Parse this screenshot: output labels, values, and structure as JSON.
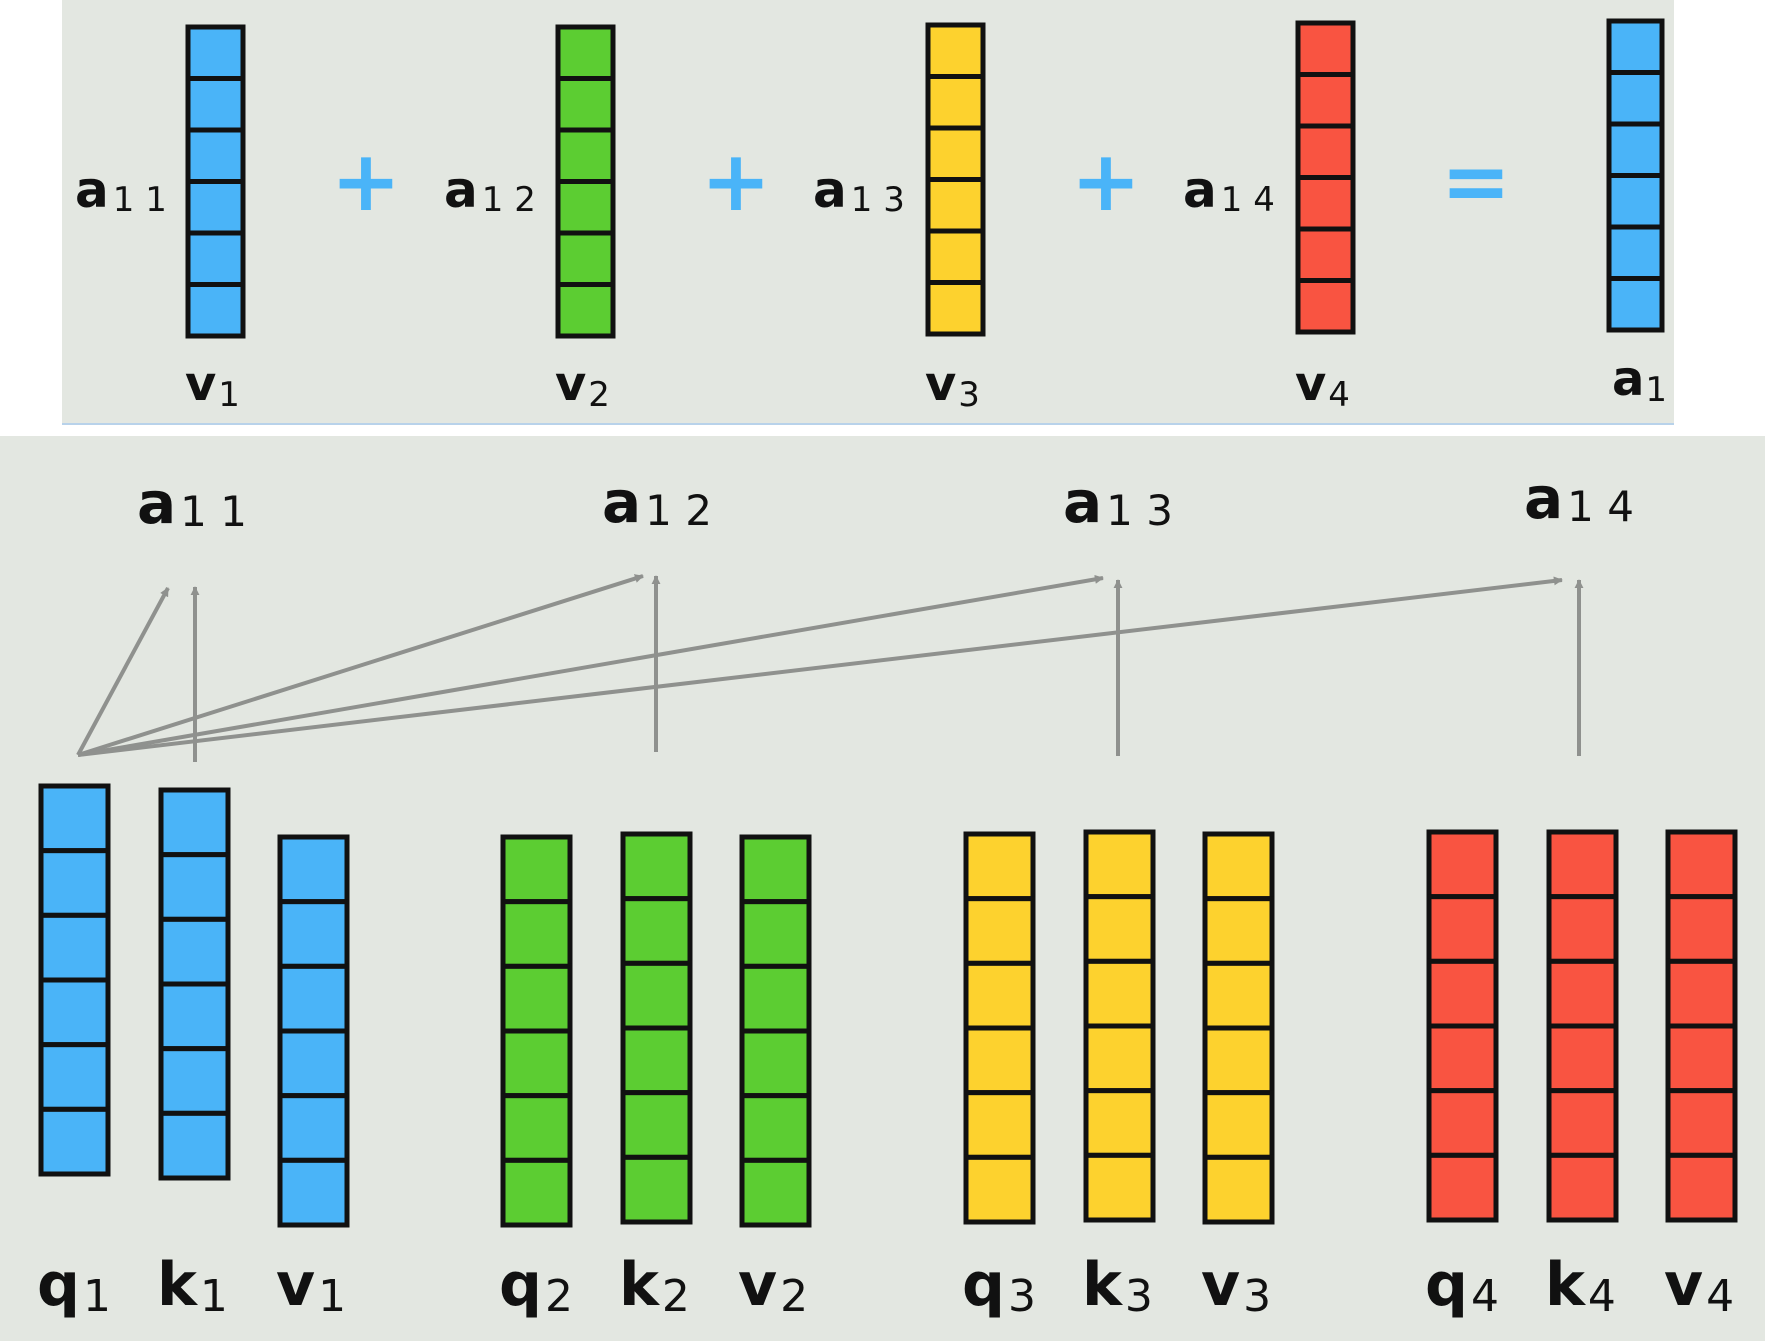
{
  "colors": {
    "background": "#e3e7e1",
    "blue": "#4ab4f8",
    "green": "#5ccd32",
    "yellow": "#fdd22e",
    "red": "#f95441",
    "arrow": "#8f918e",
    "operator": "#4ab4f8",
    "cell_border": "#111111"
  },
  "top_equation": {
    "terms": [
      {
        "coef": "a",
        "coef_sub": "1 1",
        "vec": "v",
        "vec_sub": "1",
        "color": "blue"
      },
      {
        "coef": "a",
        "coef_sub": "1 2",
        "vec": "v",
        "vec_sub": "2",
        "color": "green"
      },
      {
        "coef": "a",
        "coef_sub": "1 3",
        "vec": "v",
        "vec_sub": "3",
        "color": "yellow"
      },
      {
        "coef": "a",
        "coef_sub": "1 4",
        "vec": "v",
        "vec_sub": "4",
        "color": "red"
      }
    ],
    "plus": "+",
    "equals": "=",
    "result": {
      "label": "a",
      "sub": "1",
      "color": "blue"
    }
  },
  "bottom": {
    "scores": [
      {
        "base": "a",
        "sub": "1 1"
      },
      {
        "base": "a",
        "sub": "1 2"
      },
      {
        "base": "a",
        "sub": "1 3"
      },
      {
        "base": "a",
        "sub": "1 4"
      }
    ],
    "groups": [
      {
        "color": "blue",
        "vectors": [
          {
            "base": "q",
            "sub": "1"
          },
          {
            "base": "k",
            "sub": "1"
          },
          {
            "base": "v",
            "sub": "1"
          }
        ]
      },
      {
        "color": "green",
        "vectors": [
          {
            "base": "q",
            "sub": "2"
          },
          {
            "base": "k",
            "sub": "2"
          },
          {
            "base": "v",
            "sub": "2"
          }
        ]
      },
      {
        "color": "yellow",
        "vectors": [
          {
            "base": "q",
            "sub": "3"
          },
          {
            "base": "k",
            "sub": "3"
          },
          {
            "base": "v",
            "sub": "3"
          }
        ]
      },
      {
        "color": "red",
        "vectors": [
          {
            "base": "q",
            "sub": "4"
          },
          {
            "base": "k",
            "sub": "4"
          },
          {
            "base": "v",
            "sub": "4"
          }
        ]
      }
    ]
  }
}
